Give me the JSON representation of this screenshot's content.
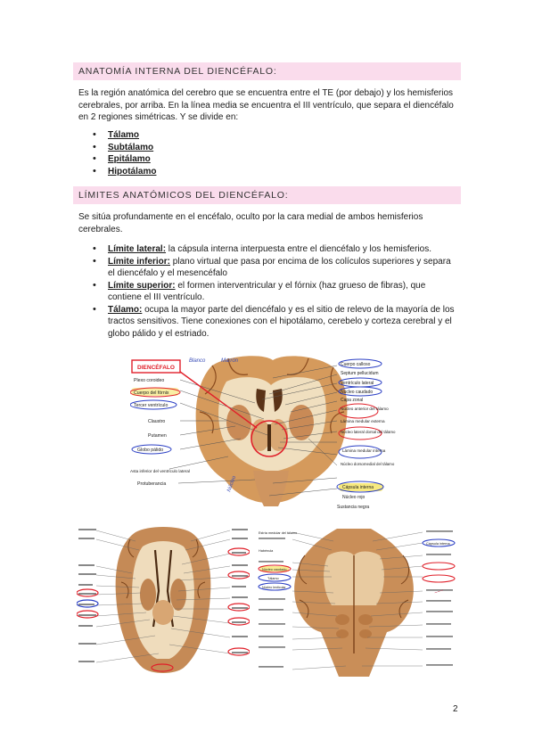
{
  "sections": [
    {
      "title": "ANATOMÍA INTERNA DEL DIENCÉFALO:",
      "paragraph": "Es la región anatómica del cerebro que se encuentra entre el TE (por debajo) y los hemisferios cerebrales, por arriba. En la línea media se encuentra el III ventrículo, que separa el diencéfalo en 2 regiones simétricas. Y se divide en:",
      "list": [
        "Tálamo",
        "Subtálamo",
        "Epitálamo",
        "Hipotálamo"
      ]
    },
    {
      "title": "LÍMITES ANATÓMICOS DEL DIENCÉFALO:",
      "paragraph": "Se sitúa profundamente en el encéfalo, oculto por la cara medial de ambos hemisferios cerebrales.",
      "limits": [
        {
          "term": "Límite lateral:",
          "text": " la cápsula interna interpuesta entre el diencéfalo y los hemisferios."
        },
        {
          "term": "Límite inferior:",
          "text": " plano virtual que pasa por encima de los colículos superiores y separa el diencéfalo y el mesencéfalo"
        },
        {
          "term": "Límite superior:",
          "text": " el formen interventricular y el fórnix (haz grueso de fibras), que contiene el III ventrículo."
        },
        {
          "term": "Tálamo:",
          "text": " ocupa la mayor parte del diencéfalo y es el sitio de relevo de la mayoría de los tractos sensitivos. Tiene conexiones con el hipotálamo, cerebelo y corteza cerebral y el globo pálido y el estriado."
        }
      ]
    }
  ],
  "figure_top": {
    "badge": "DIENCÉFALO",
    "handwritten": [
      "Blanco",
      "Marrón",
      "Núcleo"
    ],
    "left_labels": [
      "Plexo coroideo",
      "Cuerpo del fórnix",
      "Tercer ventrículo",
      "Claustro",
      "Putamen",
      "Globo pálido",
      "Asta inferior del ventrículo lateral",
      "Protuberancia"
    ],
    "right_labels": [
      "Cuerpo calloso",
      "Septum pellucidum",
      "Ventrículo lateral",
      "Núcleo caudado",
      "Capa zonal",
      "Núcleo anterior del tálamo",
      "Lámina medular externa",
      "Núcleo lateral dorsal del tálamo",
      "Lámina medular interna",
      "Núcleo dorsomedial del tálamo",
      "Cápsula interna",
      "Núcleo rojo",
      "Sustancia negra"
    ]
  },
  "figure_bottom_right": {
    "labels": [
      "Estría medular del tálamo",
      "Cápsula interna",
      "Habénula",
      "Núcleo caudado",
      "Tálamo",
      "Núcleo lenticular"
    ]
  },
  "page_number": "2",
  "colors": {
    "section_bar": "#fadcec",
    "annotation_red": "#e0202a",
    "annotation_blue": "#2b3fc4",
    "annotation_yellow": "#f4e04a"
  }
}
